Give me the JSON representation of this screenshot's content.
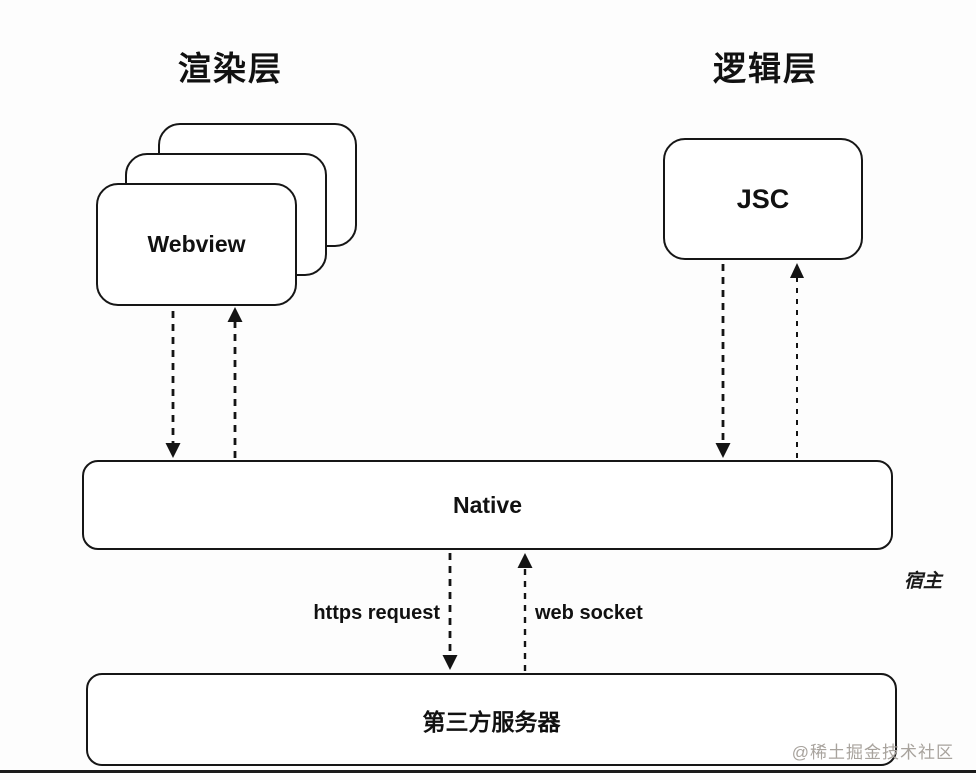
{
  "diagram": {
    "headings": {
      "render_layer": "渲染层",
      "logic_layer": "逻辑层"
    },
    "nodes": {
      "webview": {
        "label": "Webview",
        "stacked_count": 3
      },
      "jsc": {
        "label": "JSC"
      },
      "native": {
        "label": "Native"
      },
      "third_party_server": {
        "label": "第三方服务器"
      }
    },
    "edges": [
      {
        "from": "webview",
        "to": "native",
        "style": "dashed",
        "label": ""
      },
      {
        "from": "native",
        "to": "webview",
        "style": "dashed",
        "label": ""
      },
      {
        "from": "jsc",
        "to": "native",
        "style": "dashed",
        "label": ""
      },
      {
        "from": "native",
        "to": "jsc",
        "style": "dashed",
        "label": ""
      },
      {
        "from": "native",
        "to": "third_party_server",
        "style": "dashed",
        "label": "https request"
      },
      {
        "from": "third_party_server",
        "to": "native",
        "style": "dashed",
        "label": "web socket"
      }
    ],
    "edge_labels": {
      "https_request": "https request",
      "web_socket": "web socket"
    },
    "annotations": {
      "host": "宿主",
      "watermark": "@稀土掘金技术社区"
    },
    "colors": {
      "stroke": "#161616",
      "background": "#fdfdfd",
      "box_fill": "#ffffff",
      "text": "#111111",
      "watermark": "#a8a39d"
    }
  }
}
